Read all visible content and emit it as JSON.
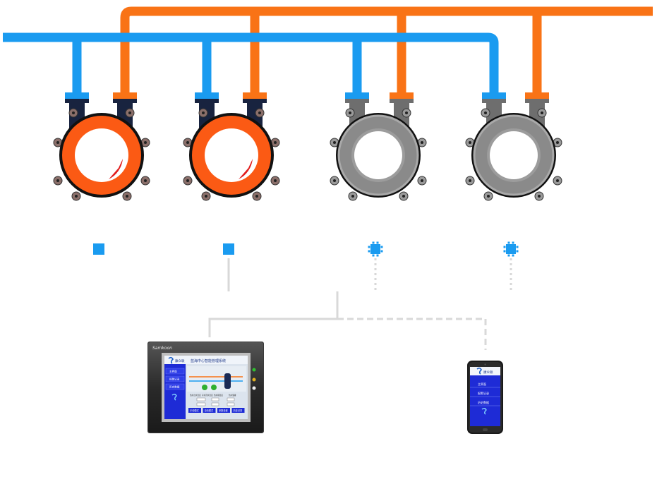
{
  "colors": {
    "hot_pipe": "#f97316",
    "cold_pipe": "#1a9bf0",
    "active_ring": "#fb5a14",
    "inactive_ring": "#8a8a8a",
    "dark_body": "#18233f",
    "wire": "#d8d8d8",
    "screen_blue": "#1e2bd6"
  },
  "units": [
    {
      "state": "active",
      "indicator": "solid-square",
      "link": "wired"
    },
    {
      "state": "active",
      "indicator": "solid-square",
      "link": "wired"
    },
    {
      "state": "inactive",
      "indicator": "wireless-square",
      "link": "wireless"
    },
    {
      "state": "inactive",
      "indicator": "wireless-square",
      "link": "wireless"
    }
  ],
  "hmi": {
    "brand": "Samkoon",
    "title": "蓝海中心智能管理系统",
    "logo_text": "康众联",
    "menu": [
      "主界面",
      "报警记录",
      "历史数据"
    ],
    "labels": [
      "热水出水温度",
      "冷水回水温度",
      "热水箱温度",
      "热水储罐"
    ],
    "buttons": [
      "手动模式",
      "自动模式",
      "参数设置",
      "历史记录"
    ]
  },
  "phone": {
    "logo_text": "康众联",
    "menu": [
      "主界面",
      "报警记录",
      "历史数据"
    ]
  }
}
